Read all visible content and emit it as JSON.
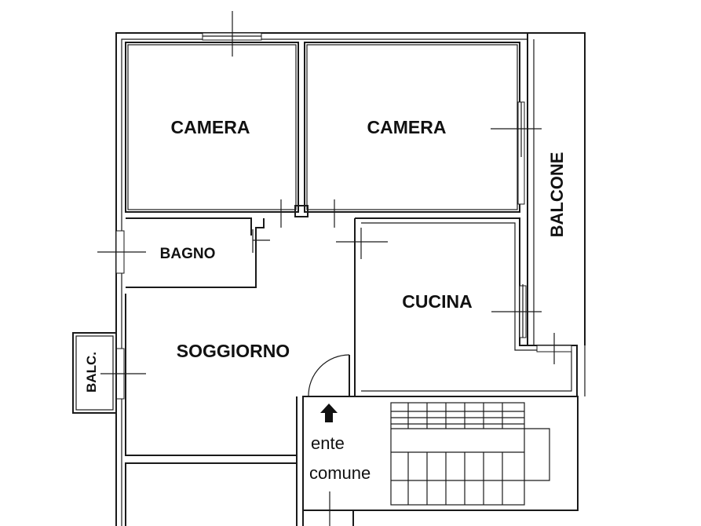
{
  "rooms": {
    "camera_left": "CAMERA",
    "camera_right": "CAMERA",
    "bagno": "BAGNO",
    "cucina": "CUCINA",
    "soggiorno": "SOGGIORNO",
    "balcone": "BALCONE",
    "balc": "BALC."
  },
  "entrance": {
    "line1": "ente",
    "line2": "comune",
    "arrow_icon": "arrow-up-icon"
  },
  "colors": {
    "ink": "#1a1a1a",
    "background": "#ffffff"
  }
}
